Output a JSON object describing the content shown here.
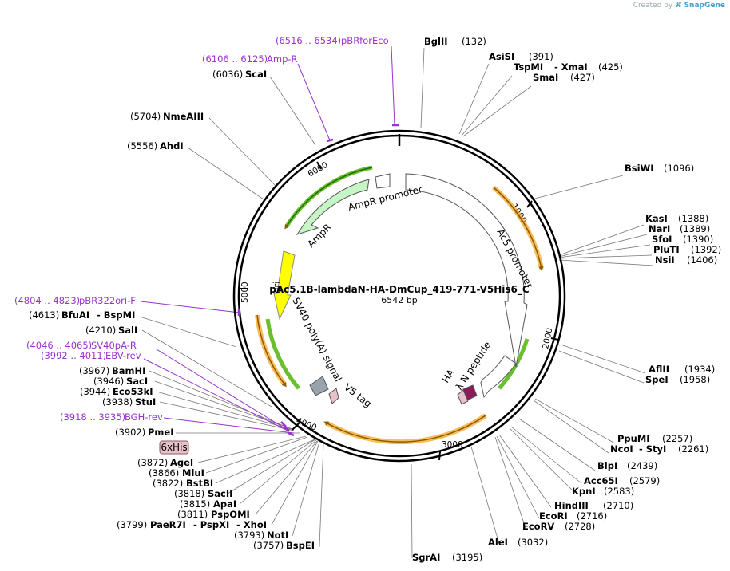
{
  "credit": {
    "created_by": "Created by",
    "brand": "SnapGene"
  },
  "plasmid": {
    "name": "pAc5.1B-lambdaN-HA-DmCup_419-771-V5His6_C",
    "length_label": "6542 bp",
    "ticks": [
      "1000",
      "2000",
      "3000",
      "4000",
      "5000",
      "6000"
    ]
  },
  "features": {
    "ampr_promoter": "AmpR promoter",
    "ampr": "AmpR",
    "ori": "ori",
    "sv40": "SV40 poly(A) signal",
    "v5": "V5 tag",
    "ac5": "Ac5 promoter",
    "lambda_n": "λ N peptide",
    "ha": "HA",
    "his_tag": "6xHis"
  },
  "sites": [
    {
      "name": "BglII",
      "pos": "(132)"
    },
    {
      "name": "AsiSI",
      "pos": "(391)"
    },
    {
      "name": "TspMI",
      "sep": "- XmaI",
      "pos": "(425)"
    },
    {
      "name": "SmaI",
      "pos": "(427)"
    },
    {
      "name": "BsiWI",
      "pos": "(1096)"
    },
    {
      "name": "KasI",
      "pos": "(1388)"
    },
    {
      "name": "NarI",
      "pos": "(1389)"
    },
    {
      "name": "SfoI",
      "pos": "(1390)"
    },
    {
      "name": "PluTI",
      "pos": "(1392)"
    },
    {
      "name": "NsiI",
      "pos": "(1406)"
    },
    {
      "name": "AflII",
      "pos": "(1934)"
    },
    {
      "name": "SpeI",
      "pos": "(1958)"
    },
    {
      "name": "PpuMI",
      "pos": "(2257)"
    },
    {
      "name": "NcoI",
      "sep": "- StyI",
      "pos": "(2261)"
    },
    {
      "name": "BlpI",
      "pos": "(2439)"
    },
    {
      "name": "Acc65I",
      "pos": "(2579)"
    },
    {
      "name": "KpnI",
      "pos": "(2583)"
    },
    {
      "name": "HindIII",
      "pos": "(2710)"
    },
    {
      "name": "EcoRI",
      "pos": "(2716)"
    },
    {
      "name": "EcoRV",
      "pos": "(2728)"
    },
    {
      "name": "AleI",
      "pos": "(3032)"
    },
    {
      "name": "SgrAI",
      "pos": "(3195)"
    },
    {
      "name": "BspEI",
      "pos": "(3757)"
    },
    {
      "name": "NotI",
      "pos": "(3793)"
    },
    {
      "name": "PaeR7I",
      "sep": "- PspXI",
      "sep2": "- XhoI",
      "pos": "(3799)"
    },
    {
      "name": "PspOMI",
      "pos": "(3811)"
    },
    {
      "name": "ApaI",
      "pos": "(3815)"
    },
    {
      "name": "SacII",
      "pos": "(3818)"
    },
    {
      "name": "BstBI",
      "pos": "(3822)"
    },
    {
      "name": "MluI",
      "pos": "(3866)"
    },
    {
      "name": "AgeI",
      "pos": "(3872)"
    },
    {
      "name": "PmeI",
      "pos": "(3902)"
    },
    {
      "name": "StuI",
      "pos": "(3938)"
    },
    {
      "name": "Eco53kI",
      "pos": "(3944)"
    },
    {
      "name": "SacI",
      "pos": "(3946)"
    },
    {
      "name": "BamHI",
      "pos": "(3967)"
    },
    {
      "name": "SalI",
      "pos": "(4210)"
    },
    {
      "name": "BfuAI",
      "sep": "- BspMI",
      "pos": "(4613)"
    },
    {
      "name": "AhdI",
      "pos": "(5556)"
    },
    {
      "name": "NmeAIII",
      "pos": "(5704)"
    },
    {
      "name": "ScaI",
      "pos": "(6036)"
    }
  ],
  "primers": [
    {
      "range": "(6516 .. 6534)",
      "name": "pBRforEco"
    },
    {
      "range": "(6106 .. 6125)",
      "name": "Amp-R"
    },
    {
      "range": "(4804 .. 4823)",
      "name": "pBR322ori-F"
    },
    {
      "range": "(4046 .. 4065)",
      "name": "SV40pA-R"
    },
    {
      "range": "(3992 .. 4011)",
      "name": "EBV-rev"
    },
    {
      "range": "(3918 .. 3935)",
      "name": "BGH-rev"
    }
  ],
  "colors": {
    "backbone": "#000000",
    "primer": "#9933cc",
    "orf": "#f5a623",
    "ampr": "#c6f5c6",
    "ori": "#ffff00",
    "promoter": "#ffffff",
    "sv40": "#99a3ad",
    "lambda": "#8b1a5a",
    "his": "#e6c1c8"
  }
}
